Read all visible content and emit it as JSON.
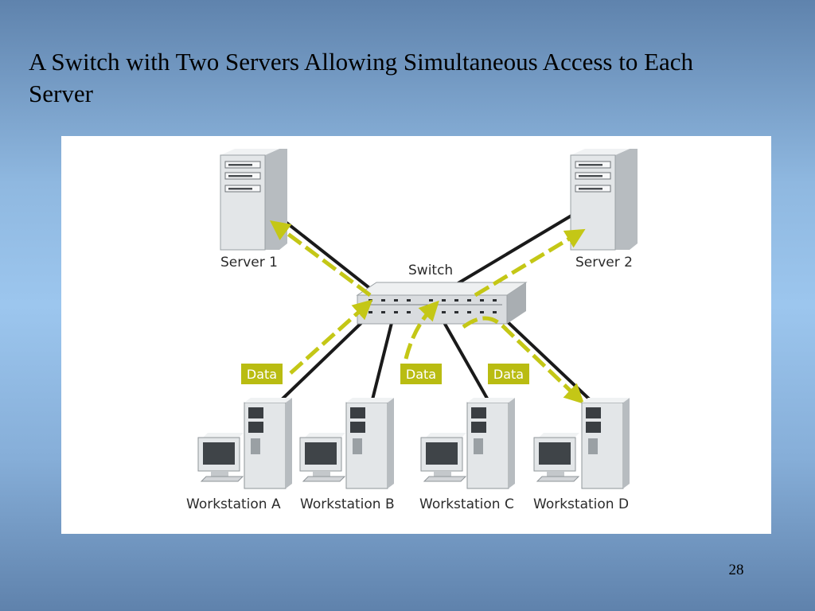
{
  "slide": {
    "title": "A Switch with Two Servers Allowing Simultaneous Access to Each Server",
    "page_number": "28"
  },
  "diagram": {
    "switch_label": "Switch",
    "servers": [
      {
        "label": "Server 1"
      },
      {
        "label": "Server 2"
      }
    ],
    "workstations": [
      {
        "label": "Workstation A"
      },
      {
        "label": "Workstation B"
      },
      {
        "label": "Workstation C"
      },
      {
        "label": "Workstation D"
      }
    ],
    "data_tags": [
      {
        "label": "Data"
      },
      {
        "label": "Data"
      },
      {
        "label": "Data"
      }
    ],
    "colors": {
      "cable": "#1a1a1a",
      "data_flow": "#c4c716",
      "data_tag": "#b9bc12",
      "device": "#e3e6e8",
      "device_shade": "#b7bcc0"
    }
  }
}
